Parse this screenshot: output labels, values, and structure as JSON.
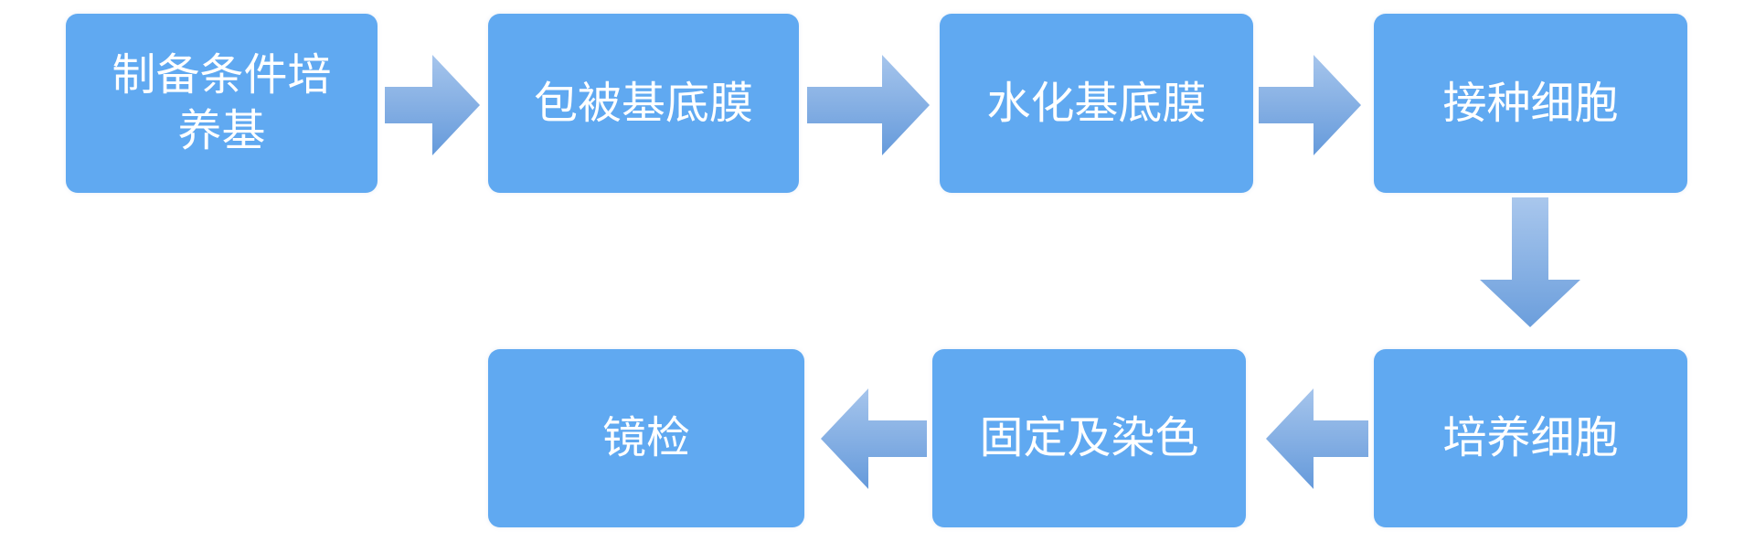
{
  "diagram": {
    "type": "flowchart",
    "colors": {
      "background": "#FFFFFF",
      "node_fill": "#60A9F1",
      "node_text": "#FFFFFF",
      "arrow_gradient_top": "#A6C5EC",
      "arrow_gradient_bottom": "#659ADB"
    },
    "nodes": [
      {
        "label": "制备条件培养基"
      },
      {
        "label": "包被基底膜"
      },
      {
        "label": "水化基底膜"
      },
      {
        "label": "接种细胞"
      },
      {
        "label": "培养细胞"
      },
      {
        "label": "固定及染色"
      },
      {
        "label": "镜检"
      }
    ],
    "connections": [
      {
        "from": "制备条件培养基",
        "to": "包被基底膜",
        "direction": "right"
      },
      {
        "from": "包被基底膜",
        "to": "水化基底膜",
        "direction": "right"
      },
      {
        "from": "水化基底膜",
        "to": "接种细胞",
        "direction": "right"
      },
      {
        "from": "接种细胞",
        "to": "培养细胞",
        "direction": "down"
      },
      {
        "from": "培养细胞",
        "to": "固定及染色",
        "direction": "left"
      },
      {
        "from": "固定及染色",
        "to": "镜检",
        "direction": "left"
      }
    ]
  }
}
